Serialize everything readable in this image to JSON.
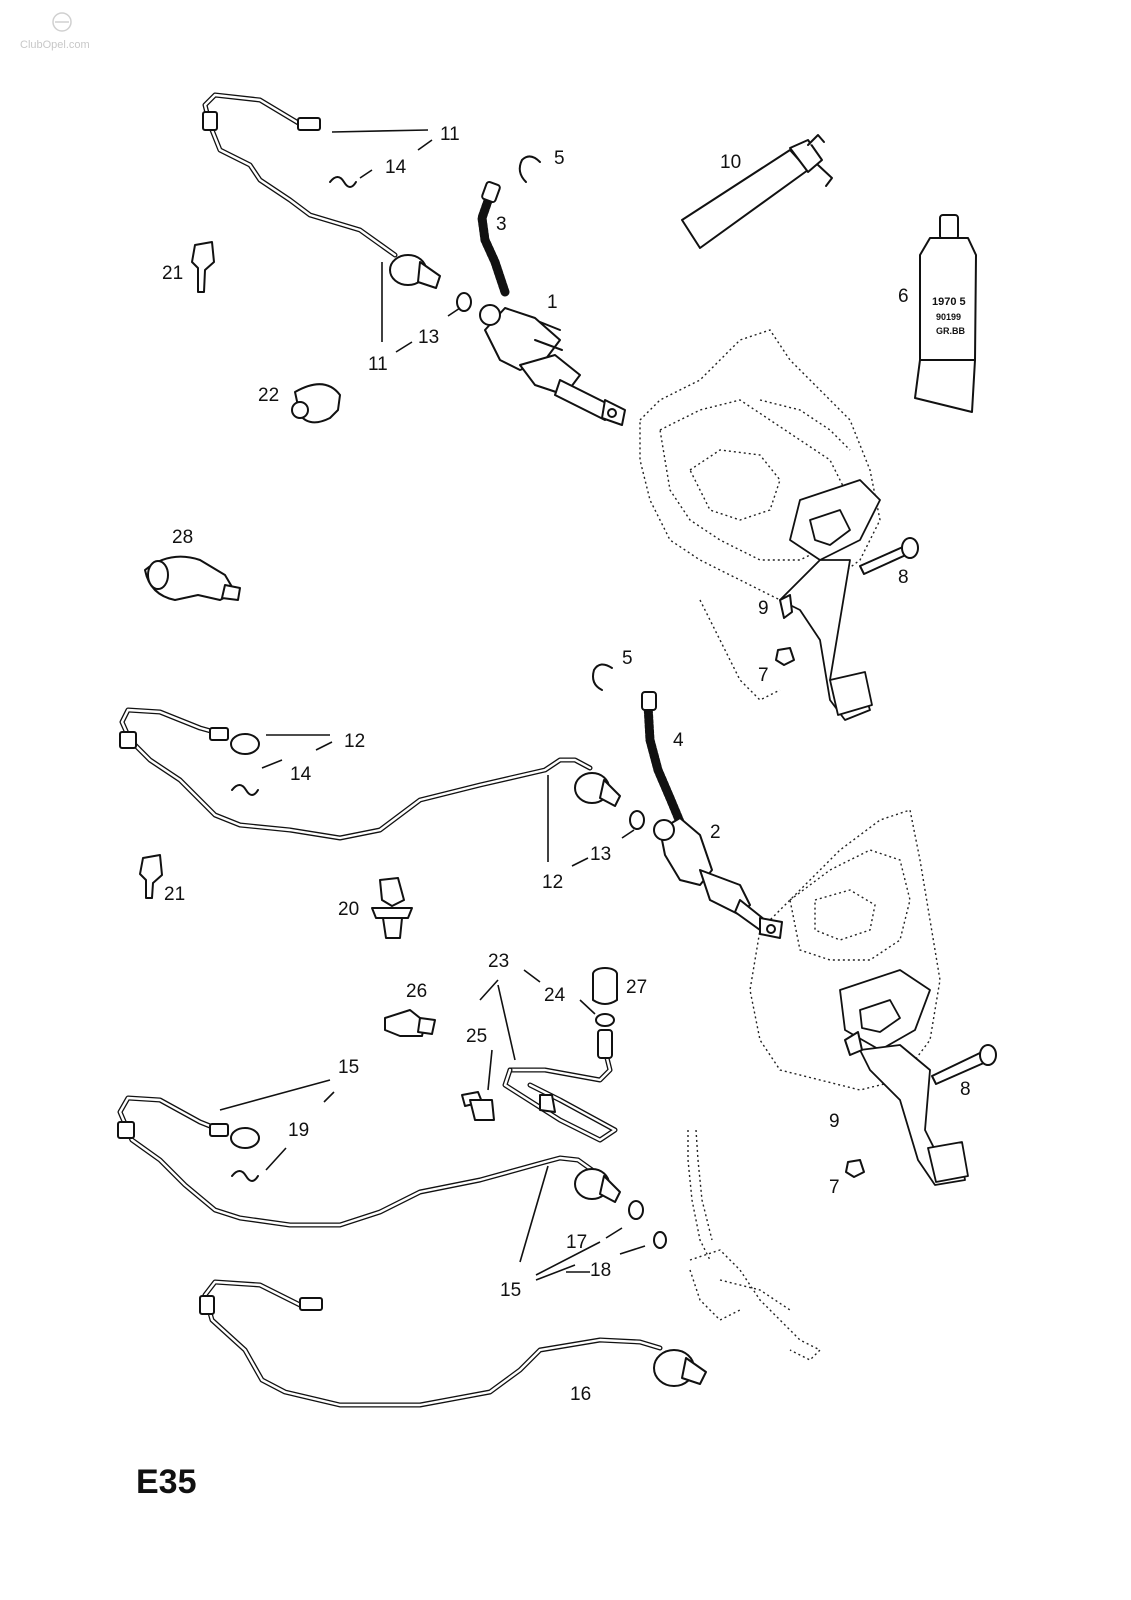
{
  "watermark": "ClubOpel.com",
  "page_code": "E35",
  "callouts": [
    {
      "id": "c1",
      "text": "1"
    },
    {
      "id": "c2",
      "text": "2"
    },
    {
      "id": "c3",
      "text": "3"
    },
    {
      "id": "c4",
      "text": "4"
    },
    {
      "id": "c5a",
      "text": "5"
    },
    {
      "id": "c5b",
      "text": "5"
    },
    {
      "id": "c6",
      "text": "6"
    },
    {
      "id": "c7a",
      "text": "7"
    },
    {
      "id": "c7b",
      "text": "7"
    },
    {
      "id": "c8a",
      "text": "8"
    },
    {
      "id": "c8b",
      "text": "8"
    },
    {
      "id": "c9a",
      "text": "9"
    },
    {
      "id": "c9b",
      "text": "9"
    },
    {
      "id": "c10",
      "text": "10"
    },
    {
      "id": "c11a",
      "text": "11"
    },
    {
      "id": "c11b",
      "text": "11"
    },
    {
      "id": "c12a",
      "text": "12"
    },
    {
      "id": "c12b",
      "text": "12"
    },
    {
      "id": "c13a",
      "text": "13"
    },
    {
      "id": "c13b",
      "text": "13"
    },
    {
      "id": "c14a",
      "text": "14"
    },
    {
      "id": "c14b",
      "text": "14"
    },
    {
      "id": "c15a",
      "text": "15"
    },
    {
      "id": "c15b",
      "text": "15"
    },
    {
      "id": "c16",
      "text": "16"
    },
    {
      "id": "c17",
      "text": "17"
    },
    {
      "id": "c18",
      "text": "18"
    },
    {
      "id": "c19",
      "text": "19"
    },
    {
      "id": "c20",
      "text": "20"
    },
    {
      "id": "c21a",
      "text": "21"
    },
    {
      "id": "c21b",
      "text": "21"
    },
    {
      "id": "c22",
      "text": "22"
    },
    {
      "id": "c23",
      "text": "23"
    },
    {
      "id": "c24",
      "text": "24"
    },
    {
      "id": "c25",
      "text": "25"
    },
    {
      "id": "c26",
      "text": "26"
    },
    {
      "id": "c27",
      "text": "27"
    },
    {
      "id": "c28",
      "text": "28"
    }
  ],
  "tube_label": {
    "line1": "1970 5",
    "line2": "90199",
    "line3": "GR.BB"
  }
}
